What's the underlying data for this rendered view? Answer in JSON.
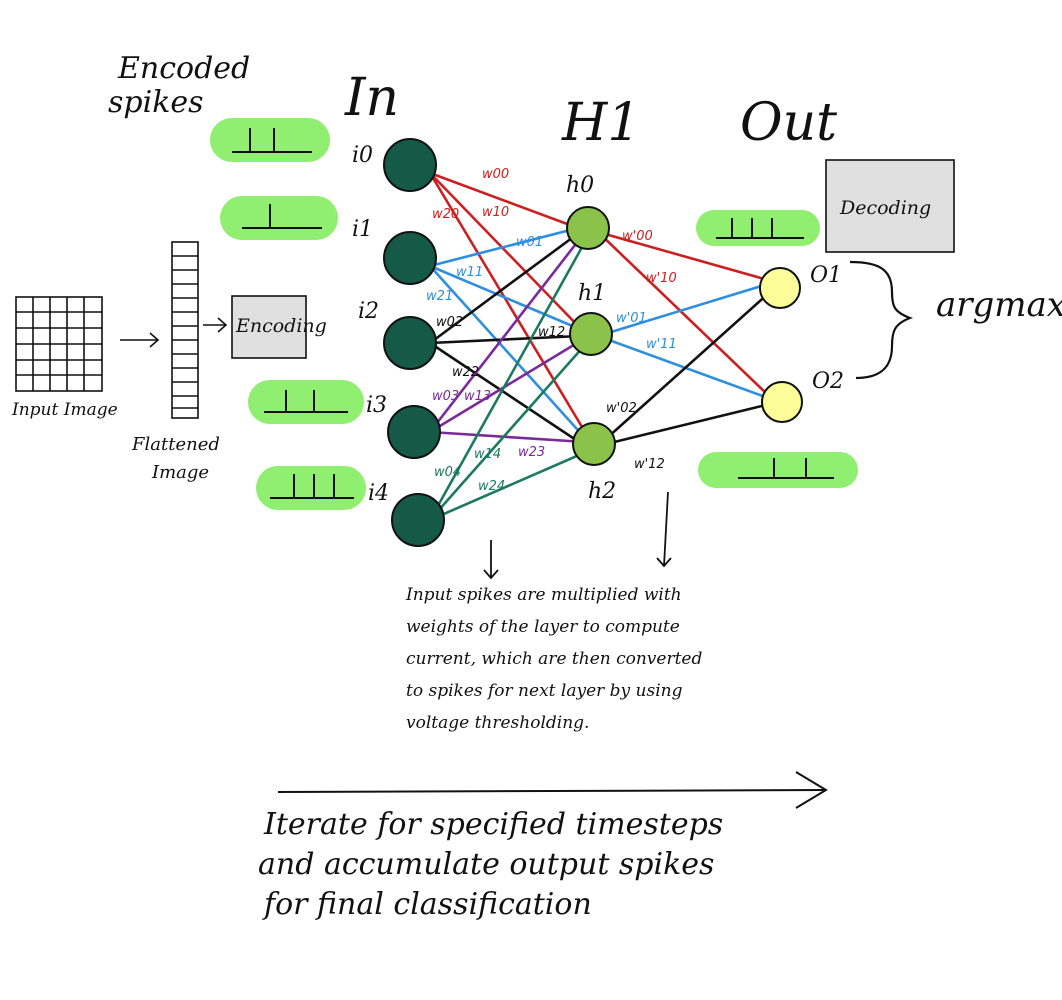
{
  "labels": {
    "encoded_spikes_line1": "Encoded",
    "encoded_spikes_line2": "spikes",
    "layer_in": "In",
    "layer_h1": "H1",
    "layer_out": "Out",
    "encoding": "Encoding",
    "decoding": "Decoding",
    "input_image": "Input Image",
    "flattened_line1": "Flattened",
    "flattened_line2": "Image",
    "argmax": "argmax"
  },
  "nodes": {
    "inputs": [
      "i0",
      "i1",
      "i2",
      "i3",
      "i4"
    ],
    "hidden": [
      "h0",
      "h1",
      "h2"
    ],
    "outputs": [
      "O1",
      "O2"
    ]
  },
  "weights": {
    "w00": "w00",
    "w10": "w10",
    "w20": "w20",
    "w01": "w01",
    "w11": "w11",
    "w21": "w21",
    "w02": "w02",
    "w12": "w12",
    "w22": "w22",
    "w03": "w03",
    "w13": "w13",
    "w23": "w23",
    "w04": "w04",
    "w14": "w14",
    "w24": "w24",
    "wp00": "w'00",
    "wp10": "w'10",
    "wp01": "w'01",
    "wp11": "w'11",
    "wp02": "w'02",
    "wp12": "w'12"
  },
  "note": [
    "Input spikes are multiplied with",
    "weights of the layer to compute",
    "current, which are then converted",
    "to spikes for next layer by using",
    "voltage thresholding."
  ],
  "footer": [
    "Iterate for specified timesteps",
    "and accumulate output spikes",
    "for final classification"
  ],
  "colors": {
    "node_dark": "#145a46",
    "node_mid": "#8bc34a",
    "node_out": "#fdfd9a",
    "spike_pill": "#90ee70",
    "box_fill": "#e0e0e0",
    "red": "#cc1f1f",
    "blue": "#2e8ee0",
    "purple": "#7a2a9a",
    "green": "#1c7a5e",
    "black": "#111111"
  }
}
